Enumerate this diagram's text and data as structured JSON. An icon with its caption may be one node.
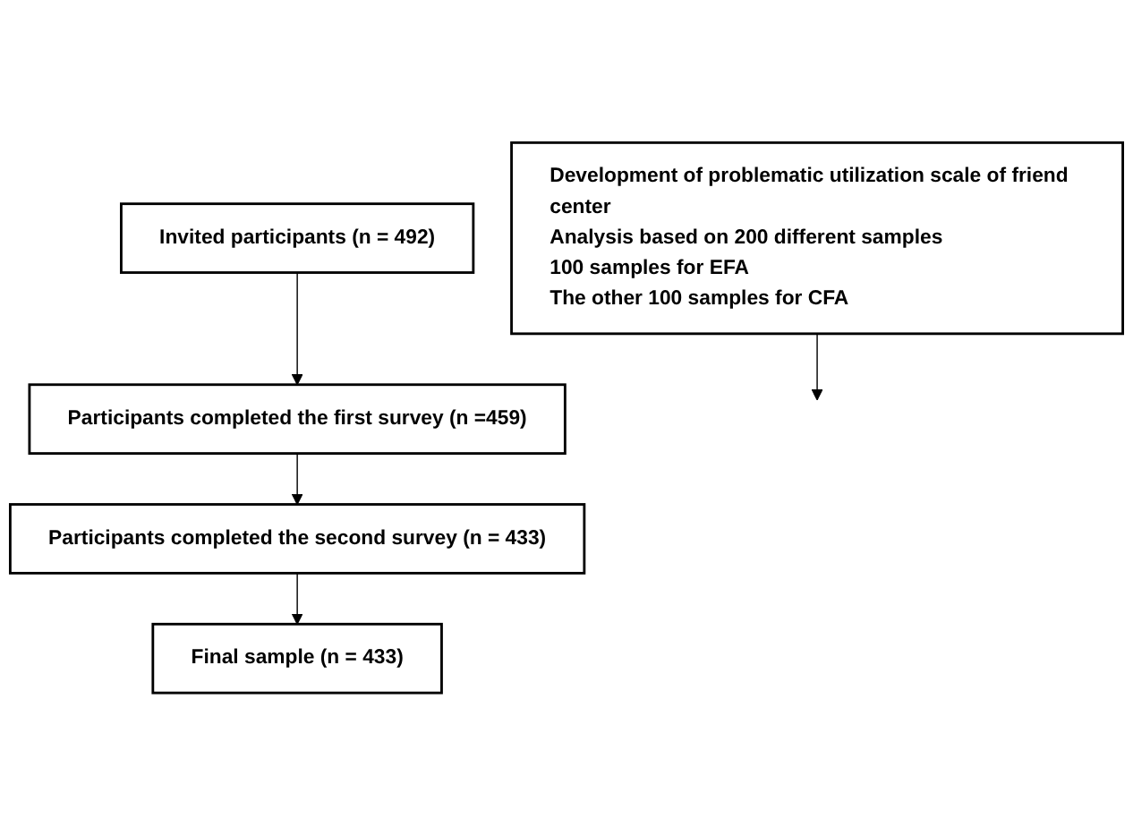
{
  "diagram": {
    "nodes": [
      {
        "text": [
          "Invited participants (n = 492)"
        ]
      },
      {
        "text": [
          "Participants completed the first survey (n =459)"
        ]
      },
      {
        "text": [
          "Development of problematic utilization scale of friend center",
          "Analysis based on 200 different samples",
          "100 samples for EFA",
          "The other 100 samples for CFA"
        ]
      },
      {
        "text": [
          "Participants completed the second survey (n = 433)"
        ]
      },
      {
        "text": [
          "Final sample (n = 433)"
        ]
      }
    ],
    "edges": [
      {
        "from": 0,
        "to": 1,
        "arrow": "to"
      },
      {
        "from": 1,
        "to": 3,
        "arrow": "to"
      },
      {
        "from": 2,
        "to": null,
        "arrow": "to"
      },
      {
        "from": 3,
        "to": 4,
        "arrow": "to"
      }
    ]
  }
}
